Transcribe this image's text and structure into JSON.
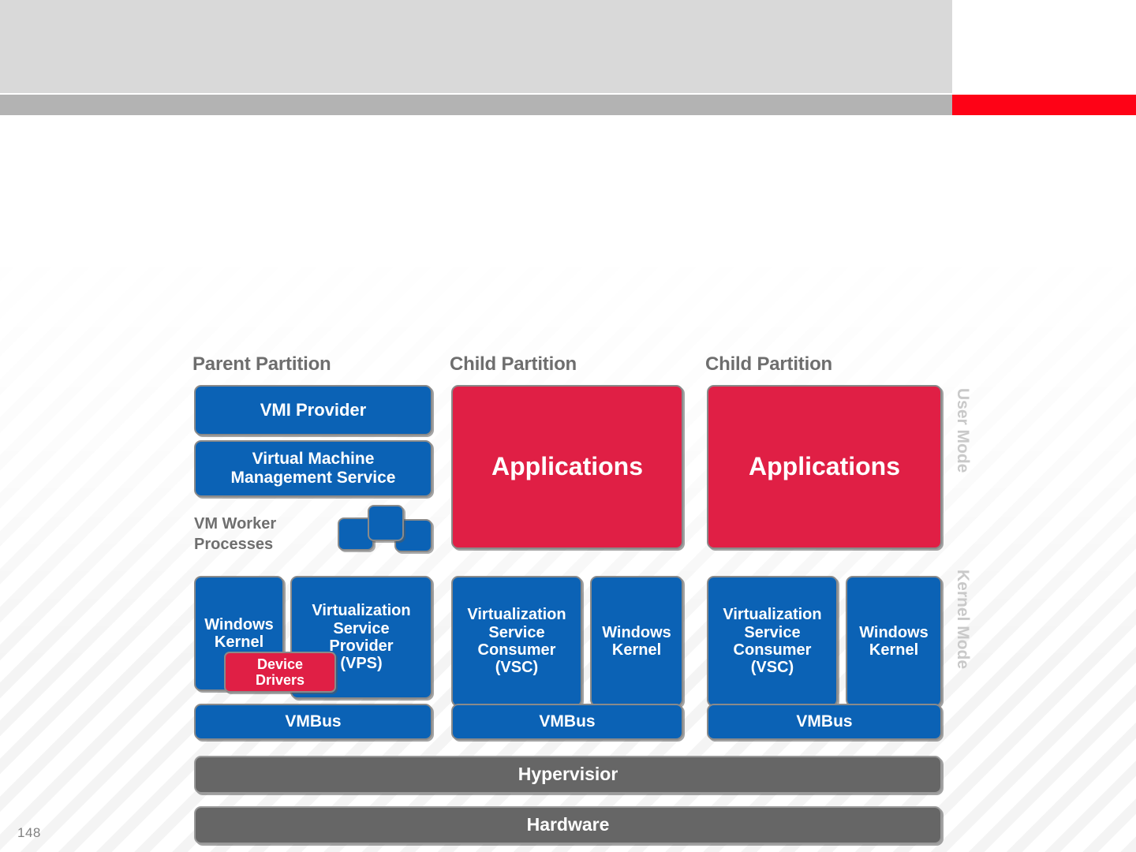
{
  "slide": {
    "page_number": "148",
    "header": {
      "block_color": "#d9d9d9",
      "bar_color": "#b3b3b3",
      "accent_color": "#fe0216"
    }
  },
  "diagram": {
    "title_color": "#6e6e6e",
    "colors": {
      "blue": "#0b62b5",
      "red": "#e01f45",
      "gray": "#666666",
      "mode_label": "#c9c9c9"
    },
    "column_titles": [
      {
        "label": "Parent Partition"
      },
      {
        "label": "Child Partition"
      },
      {
        "label": "Child Partition"
      }
    ],
    "mode_labels": [
      {
        "label": "User Mode"
      },
      {
        "label": "Kernel Mode"
      }
    ],
    "parent_partition": {
      "vmi_provider": "VMI Provider",
      "vm_management_service": "Virtual Machine\nManagement Service",
      "vm_worker_processes": "VM Worker\nProcesses",
      "windows_kernel": "Windows\nKernel",
      "vsp": "Virtualization\nService\nProvider\n(VPS)",
      "device_drivers": "Device\nDrivers",
      "vmbus": "VMBus"
    },
    "child_partition_1": {
      "applications": "Applications",
      "vsc": "Virtualization\nService\nConsumer\n(VSC)",
      "windows_kernel": "Windows\nKernel",
      "vmbus": "VMBus"
    },
    "child_partition_2": {
      "applications": "Applications",
      "vsc": "Virtualization\nService\nConsumer\n(VSC)",
      "windows_kernel": "Windows\nKernel",
      "vmbus": "VMBus"
    },
    "platform": {
      "hypervisor": "Hypervisior",
      "hardware": "Hardware"
    }
  }
}
